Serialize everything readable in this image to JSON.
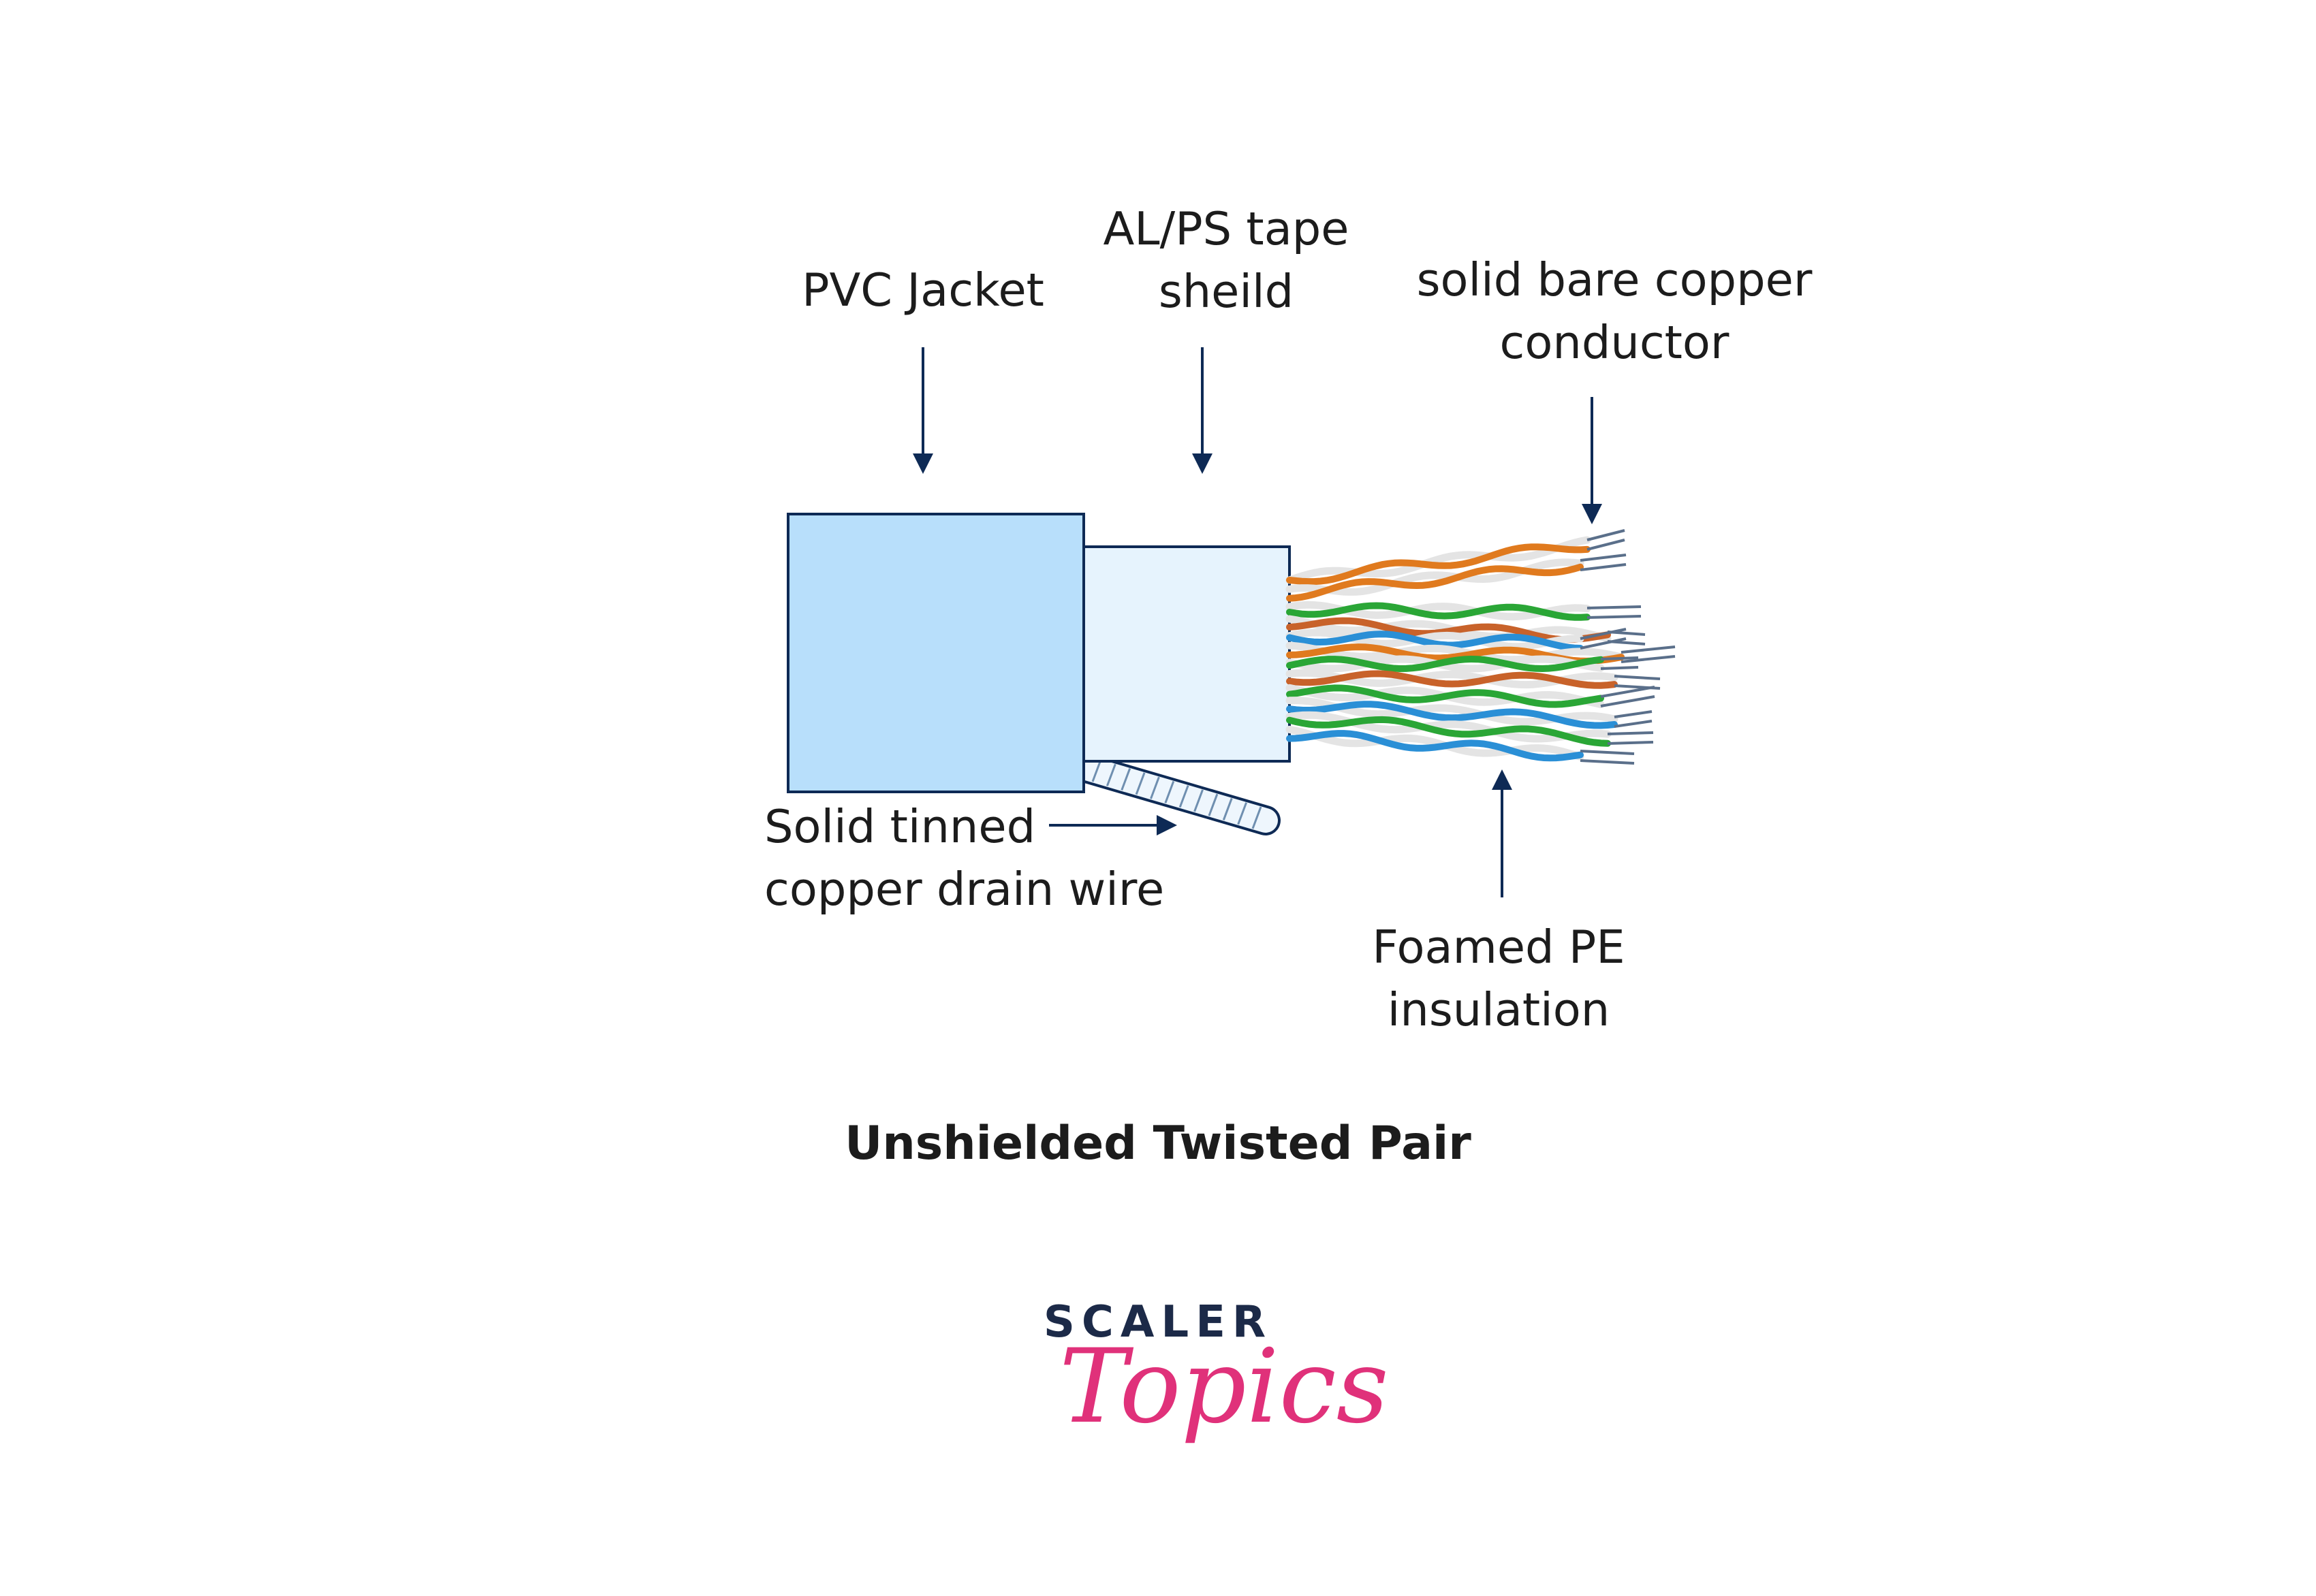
{
  "labels": {
    "pvc_jacket": "PVC Jacket",
    "tape_shield_line1": "AL/PS tape",
    "tape_shield_line2": "sheild",
    "conductor_line1": "solid bare copper",
    "conductor_line2": "conductor",
    "drain_line1": "Solid tinned",
    "drain_line2": "copper drain wire",
    "insulation_line1": "Foamed PE",
    "insulation_line2": "insulation"
  },
  "title": "Unshielded Twisted Pair",
  "logo": {
    "brand": "SCALER",
    "script": "Topics"
  },
  "colors": {
    "jacket_fill": "#b8dffb",
    "shield_fill": "#e6f3fd",
    "outline": "#0e2a55",
    "arrow": "#0e2a55",
    "wire_orange": "#e07a1e",
    "wire_green": "#2aa636",
    "wire_blue": "#2a8fd6",
    "wire_brown": "#c8622a",
    "wire_white": "#e4e4e4",
    "logo_navy": "#1c2a48",
    "logo_pink": "#e0317a"
  },
  "icons": [
    "arrow-down-icon",
    "arrow-right-icon",
    "arrow-up-icon"
  ]
}
